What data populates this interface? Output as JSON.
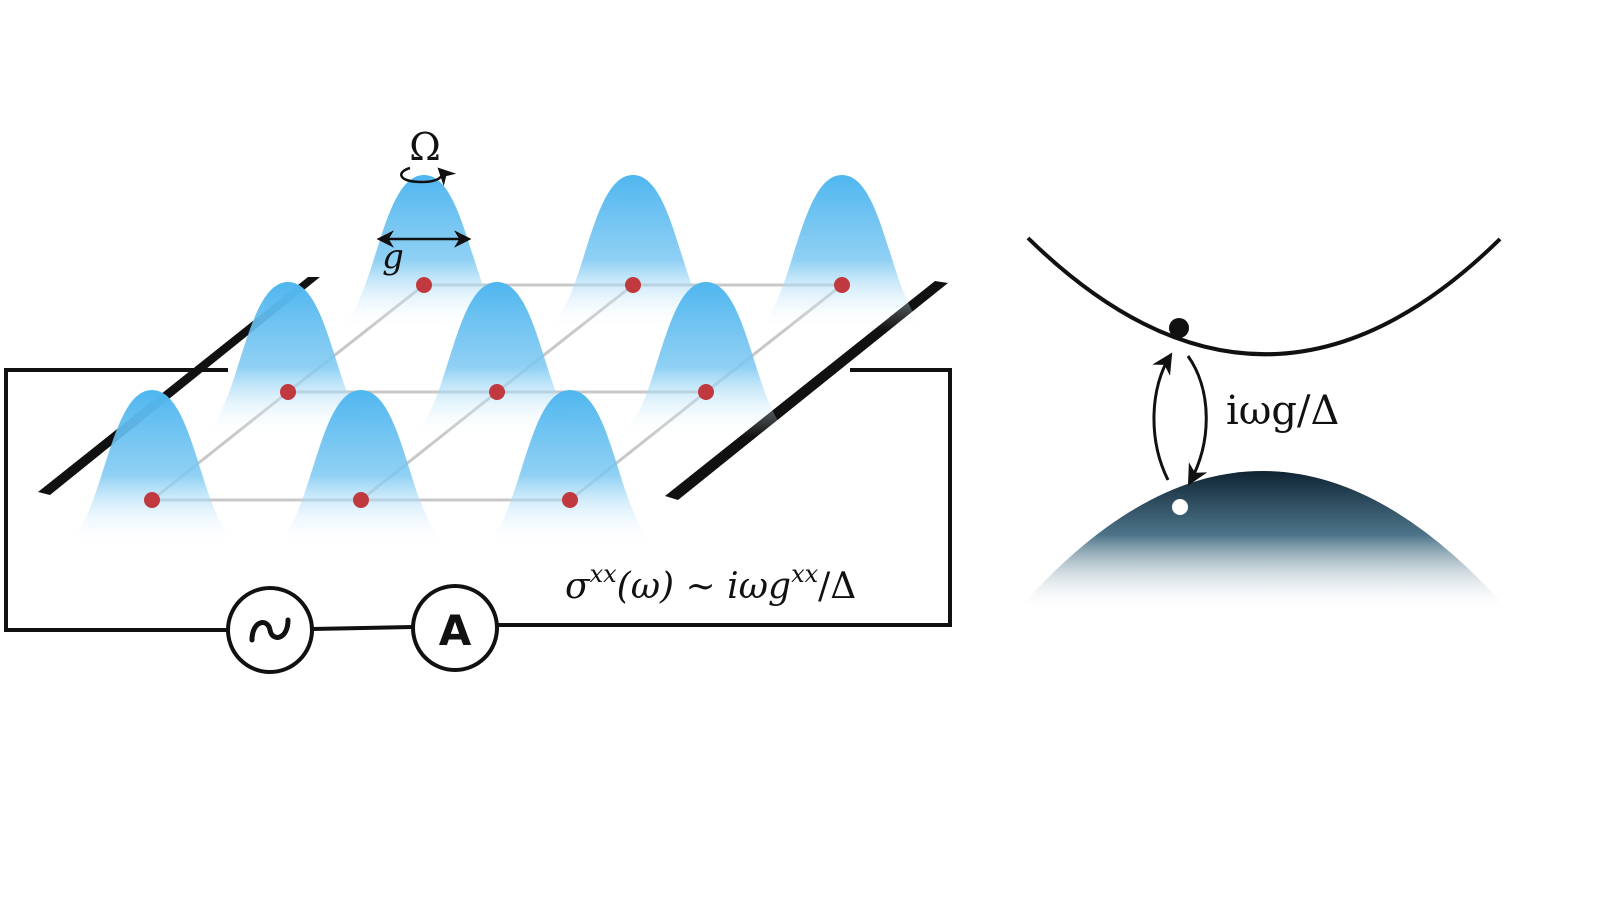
{
  "colors": {
    "wavepacket": "#4fb6ef",
    "lattice_site": "#c0393f",
    "lattice_line": "#c8c8c8",
    "valence_band": "#0f2a3a",
    "ink": "#111111"
  },
  "labels": {
    "omega": "Ω",
    "g": "g",
    "transition": "iωg/Δ",
    "ammeter": "A"
  },
  "formula": {
    "sigma": "σ",
    "sup": "xx",
    "arg": "(ω) ∼ iωg",
    "tail": "/Δ"
  },
  "icons": {
    "ac_source": "ac-source-icon",
    "rotation": "rotation-arrow-icon"
  }
}
